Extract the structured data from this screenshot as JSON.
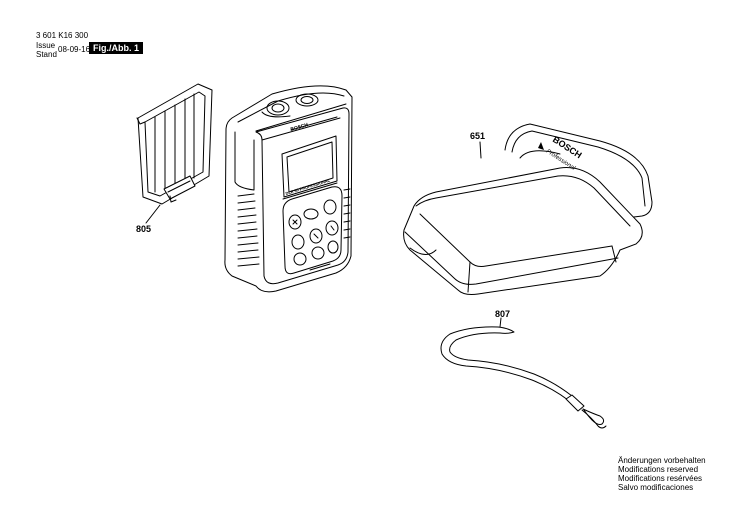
{
  "header": {
    "part_number": "3 601 K16 300",
    "issue_label": "Issue",
    "stand_label": "Stand",
    "date": "08-09-16",
    "figure_label": "Fig./Abb. 1"
  },
  "parts": {
    "battery_cover": "805",
    "pouch": "651",
    "wrist_strap": "807"
  },
  "device": {
    "brand": "BOSCH",
    "model": "DLE 50 PROFESSIONAL"
  },
  "pouch_branding": {
    "brand": "BOSCH",
    "subtitle": "Professional"
  },
  "footer": {
    "line1": "Änderungen vorbehalten",
    "line2": "Modifications reserved",
    "line3": "Modifications resérvées",
    "line4": "Salvo modificaciones"
  }
}
